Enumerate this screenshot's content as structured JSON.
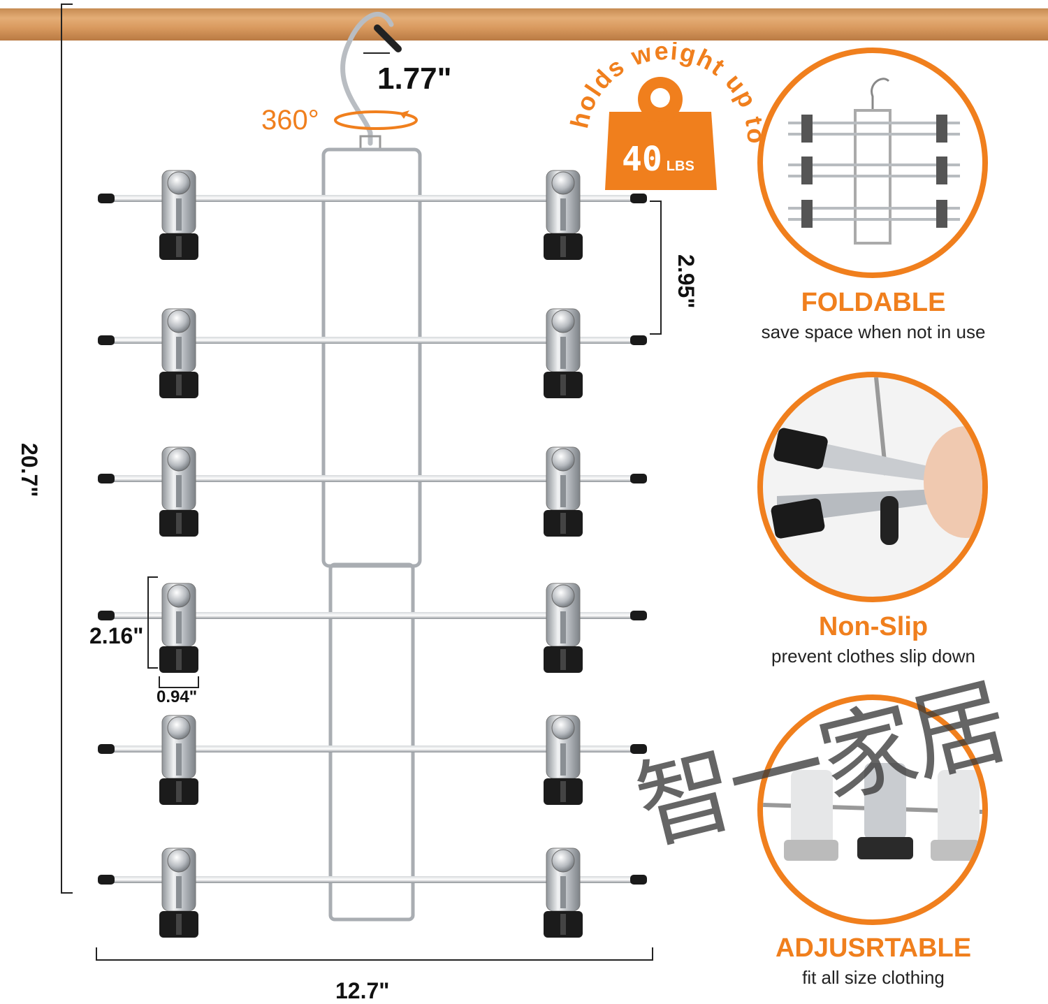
{
  "colors": {
    "accent": "#f07f1d",
    "rod": "#d99a5f",
    "metal": "#c9ccd0",
    "pad": "#1a1a1a"
  },
  "dimensions": {
    "hook_opening": "1.77\"",
    "rotation": "360°",
    "tier_gap": "2.95\"",
    "total_height": "20.7\"",
    "clip_height": "2.16\"",
    "clip_width": "0.94\"",
    "total_width": "12.7\""
  },
  "weight_badge": {
    "arc_text": "holds weight up to",
    "value": "40",
    "unit": "LBS"
  },
  "features": [
    {
      "title": "FOLDABLE",
      "subtitle": "save space when not in use",
      "icon": "folded-hanger-photo"
    },
    {
      "title": "Non-Slip",
      "subtitle": "prevent clothes slip down",
      "icon": "clip-closeup-photo"
    },
    {
      "title": "ADJUSRTABLE",
      "subtitle": "fit all size clothing",
      "icon": "sliding-clip-photo"
    }
  ],
  "watermark": "智一家居"
}
